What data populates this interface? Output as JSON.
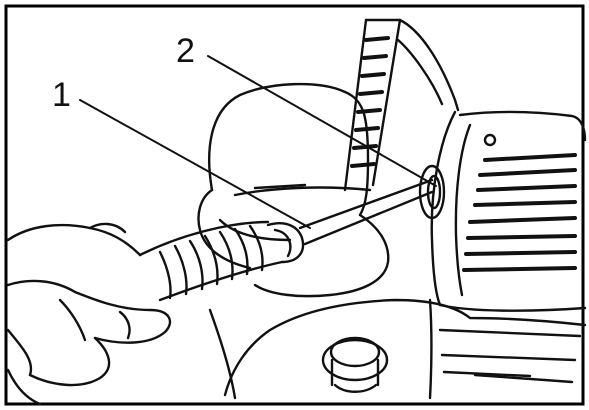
{
  "callouts": [
    {
      "id": "1",
      "label": "1"
    },
    {
      "id": "2",
      "label": "2"
    }
  ],
  "colors": {
    "ink": "#111111",
    "paper": "#ffffff",
    "frame": "#000000"
  }
}
